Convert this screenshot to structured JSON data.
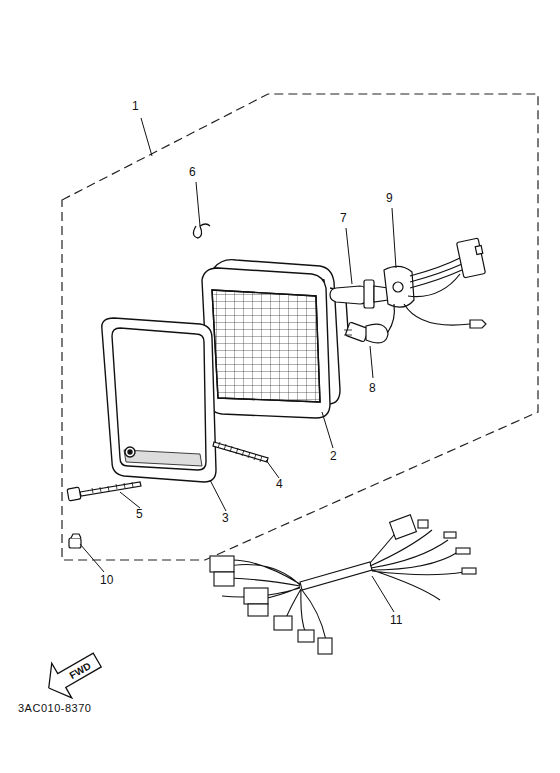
{
  "diagram": {
    "nodes": [
      {
        "text": [
          "FWD"
        ]
      }
    ],
    "labels": [
      "1",
      "6",
      "9",
      "7",
      "8",
      "2",
      "4",
      "3",
      "5",
      "10",
      "11",
      "3AC010-8370"
    ]
  }
}
